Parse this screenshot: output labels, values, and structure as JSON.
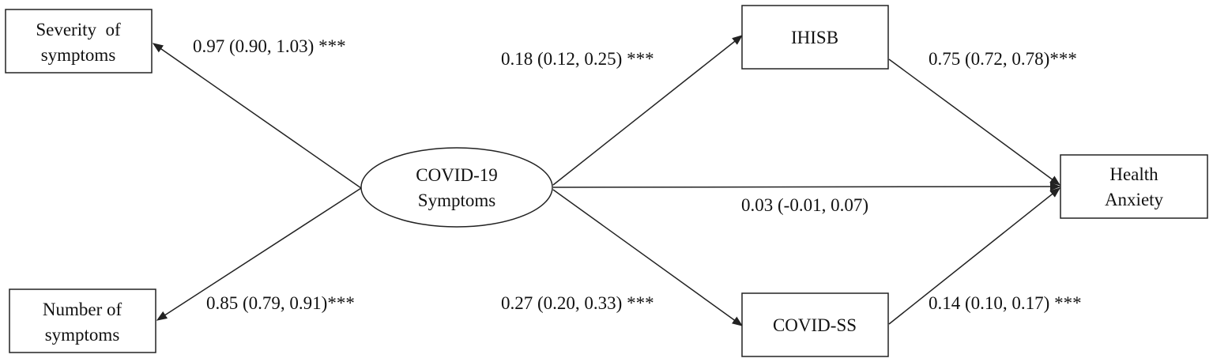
{
  "nodes": {
    "severity": {
      "lines": [
        "Severity  of",
        "symptoms"
      ]
    },
    "number": {
      "lines": [
        "Number of",
        "symptoms"
      ]
    },
    "covid_symptoms": {
      "lines": [
        "COVID-19",
        "Symptoms"
      ]
    },
    "ihisb": {
      "lines": [
        "IHISB"
      ]
    },
    "covid_ss": {
      "lines": [
        "COVID-SS"
      ]
    },
    "health_anxiety": {
      "lines": [
        "Health",
        "Anxiety"
      ]
    }
  },
  "edges": {
    "to_severity": "0.97 (0.90, 1.03) ***",
    "to_number": "0.85 (0.79, 0.91)***",
    "to_ihisb": "0.18 (0.12, 0.25) ***",
    "to_covid_ss": "0.27 (0.20, 0.33) ***",
    "ihisb_to_anxiety": "0.75 (0.72, 0.78)***",
    "covid_ss_to_anxiety": "0.14 (0.10, 0.17) ***",
    "direct_to_anxiety": "0.03 (-0.01, 0.07)"
  },
  "colors": {
    "stroke": "#222222",
    "text": "#111111",
    "background": "#ffffff"
  }
}
